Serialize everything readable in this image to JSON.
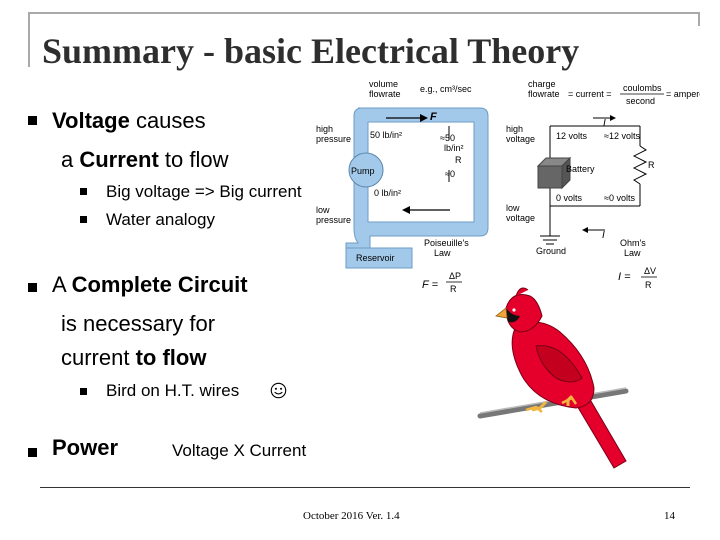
{
  "slide": {
    "title": "Summary - basic Electrical Theory",
    "bullets": {
      "voltage": {
        "strong": "Voltage",
        "rest": " causes",
        "line2_pre": "a ",
        "line2_strong": "Current",
        "line2_rest": " to flow"
      },
      "sub_big_voltage": "Big voltage => Big current",
      "sub_water": "Water analogy",
      "complete": {
        "pre": "A ",
        "strong": "Complete Circuit",
        "line2": "is necessary for",
        "line3_pre": "current ",
        "line3_strong": "to flow"
      },
      "sub_bird": "Bird on H.T. wires",
      "power": {
        "strong": "Power",
        "rest": "Voltage  X  Current"
      }
    },
    "diagram": {
      "volume_flowrate": "volume\nflowrate",
      "eg_units": "e.g., cm³/sec",
      "high_pressure": "high\npressure",
      "low_pressure": "low\npressure",
      "pressure_top": "50 lb/in²",
      "pressure_bottom": "0 lb/in²",
      "F": "F",
      "pump": "Pump",
      "reservoir": "Reservoir",
      "approx50": "≈50",
      "approx0": "≈0",
      "dP_over_R": "ΔP/R",
      "poiseuille": "Poiseuille's\nLaw",
      "poiseuille_eq_lhs": "F =",
      "poiseuille_eq_num": "ΔP",
      "poiseuille_eq_den": "R",
      "charge_flowrate": "charge\nflowrate",
      "current_eq": "= current =",
      "coulombs": "coulombs",
      "second": "second",
      "amperes": "= amperes",
      "high_voltage": "high\nvoltage",
      "low_voltage": "low\nvoltage",
      "v12": "12 volts",
      "approx12": "≈12 volts",
      "v0": "0 volts",
      "approx0v": "≈0 volts",
      "battery": "Battery",
      "ground": "Ground",
      "I": "I",
      "R": "R",
      "ohms": "Ohm's\nLaw",
      "ohm_eq_lhs": "I =",
      "ohm_eq_num": "ΔV",
      "ohm_eq_den": "R"
    },
    "footer": {
      "date": "October 2016  Ver. 1.4",
      "page": "14"
    }
  }
}
